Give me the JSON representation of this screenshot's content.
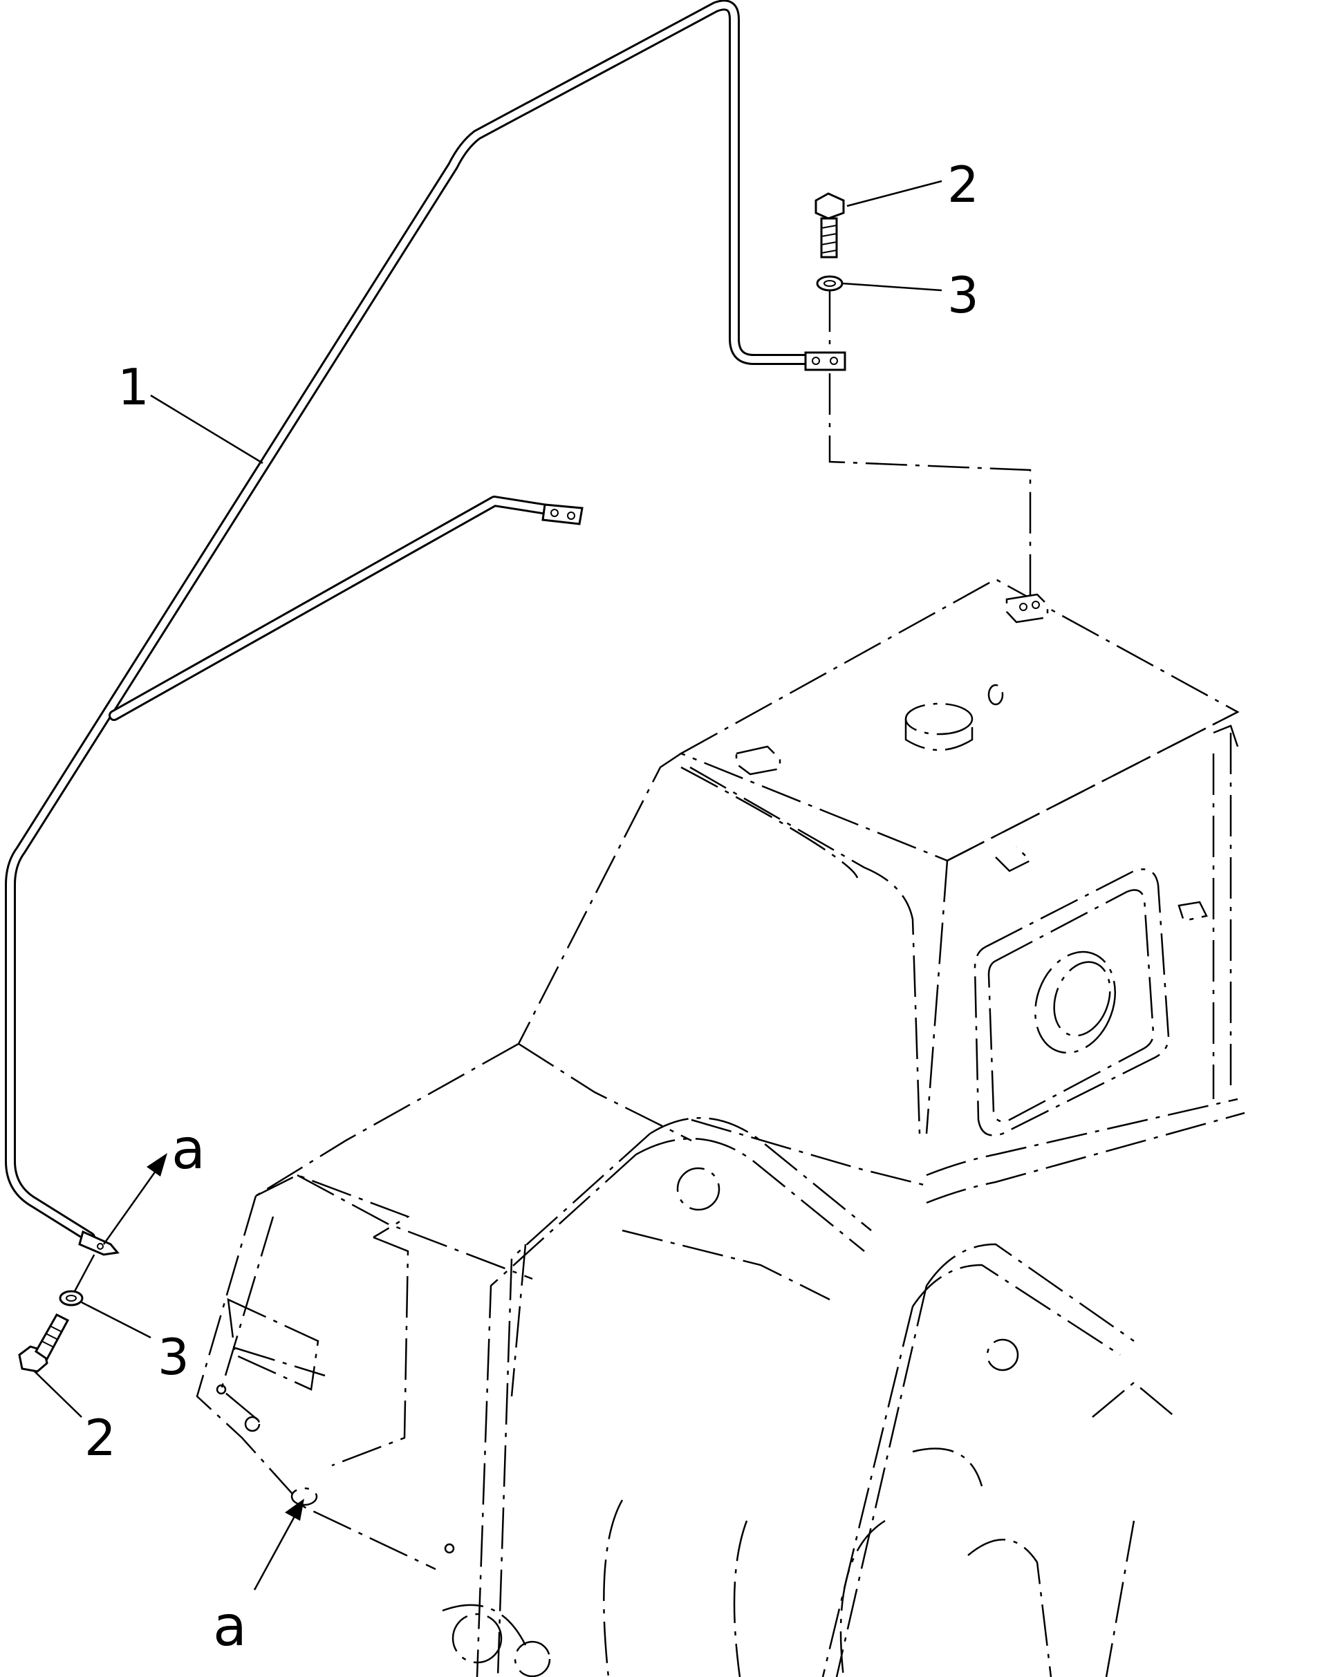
{
  "callouts": {
    "pipe": "1",
    "bolt_top": "2",
    "washer_top": "3",
    "washer_bottom": "3",
    "bolt_bottom": "2",
    "ref_a_top": "a",
    "ref_a_bottom": "a"
  }
}
